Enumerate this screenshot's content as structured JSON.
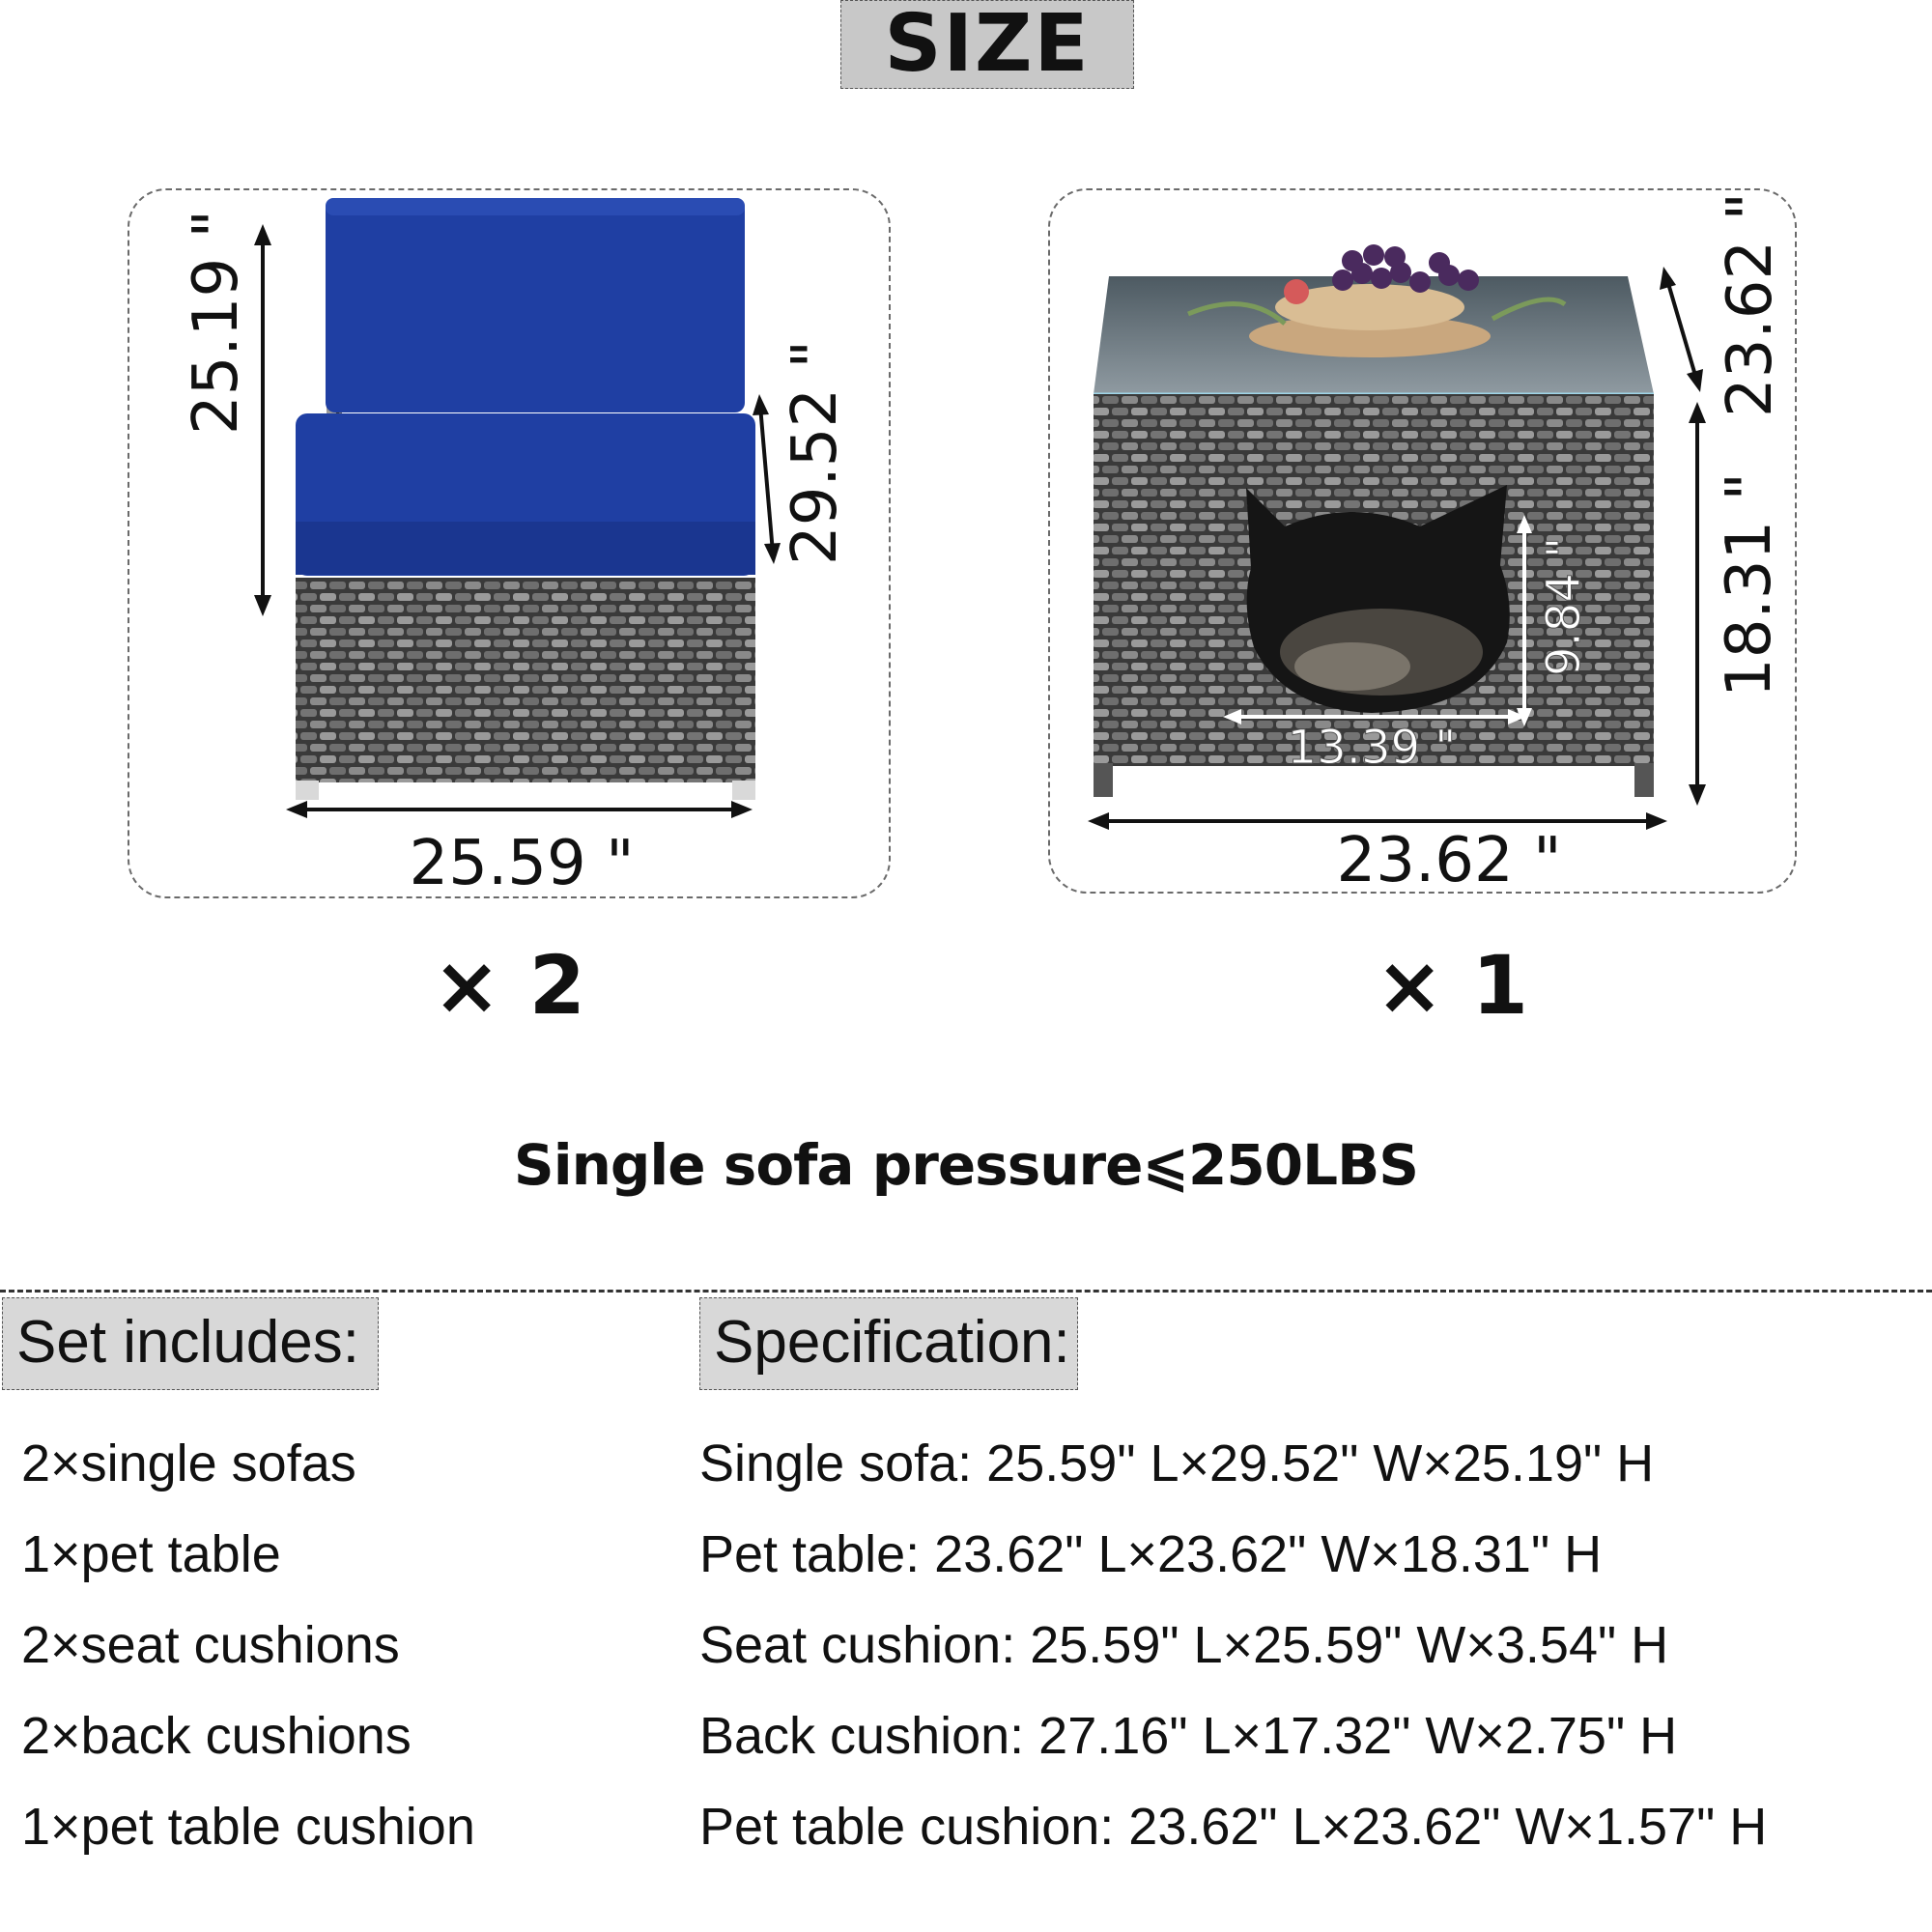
{
  "title": "SIZE",
  "sofa": {
    "height": "25.19 \"",
    "seat_depth": "29.52 \"",
    "width": "25.59 \"",
    "quantity": "× 2",
    "cushion_color": "#1f3fa3"
  },
  "table": {
    "depth": "23.62 \"",
    "height": "18.31 \"",
    "opening_height": "9.84 \"",
    "opening_width": "13.39 \"",
    "width": "23.62 \"",
    "quantity": "× 1"
  },
  "pressure_note": "Single sofa pressure⩽250LBS",
  "set_includes": {
    "heading": "Set includes:",
    "items": [
      "2×single sofas",
      "1×pet table",
      "2×seat cushions",
      "2×back cushions",
      "1×pet table cushion"
    ]
  },
  "specification": {
    "heading": "Specification:",
    "items": [
      "Single sofa: 25.59\" L×29.52\" W×25.19\" H",
      "Pet table: 23.62\" L×23.62\" W×18.31\" H",
      "Seat  cushion:  25.59\" L×25.59\" W×3.54\" H",
      "Back  cushion:  27.16\" L×17.32\" W×2.75\" H",
      "Pet table cushion:  23.62\" L×23.62\" W×1.57\" H"
    ]
  }
}
